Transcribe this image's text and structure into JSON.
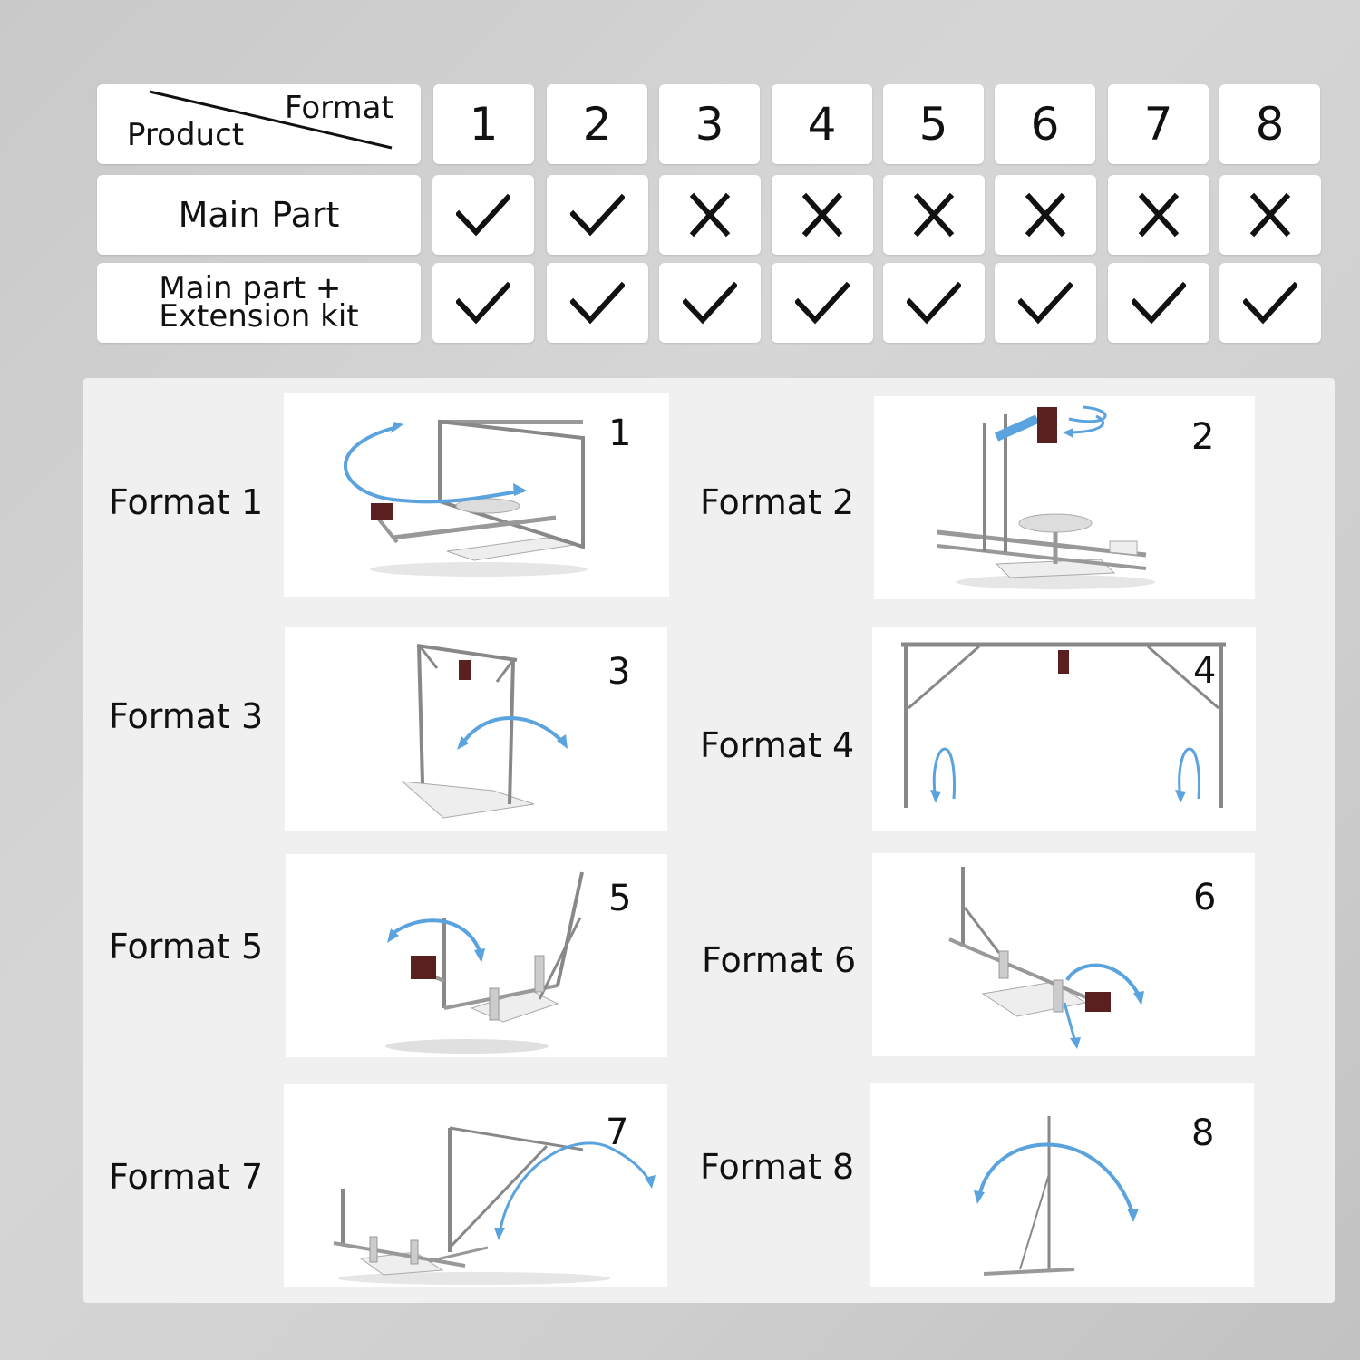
{
  "table": {
    "header": {
      "row_label": "Product",
      "col_label": "Format"
    },
    "formats": [
      "1",
      "2",
      "3",
      "4",
      "5",
      "6",
      "7",
      "8"
    ],
    "rows": [
      {
        "label": "Main Part",
        "marks": [
          "check",
          "check",
          "cross",
          "cross",
          "cross",
          "cross",
          "cross",
          "cross"
        ]
      },
      {
        "label_line1": "Main part +",
        "label_line2": "Extension kit",
        "marks": [
          "check",
          "check",
          "check",
          "check",
          "check",
          "check",
          "check",
          "check"
        ]
      }
    ]
  },
  "formats": [
    {
      "label": "Format 1",
      "number": "1"
    },
    {
      "label": "Format 2",
      "number": "2"
    },
    {
      "label": "Format 3",
      "number": "3"
    },
    {
      "label": "Format 4",
      "number": "4"
    },
    {
      "label": "Format 5",
      "number": "5"
    },
    {
      "label": "Format 6",
      "number": "6"
    },
    {
      "label": "Format 7",
      "number": "7"
    },
    {
      "label": "Format 8",
      "number": "8"
    }
  ],
  "colors": {
    "arrow": "#5aa3de",
    "frame": "#8a8a8a",
    "camera": "#5a2020",
    "arm": "#5aa3de"
  },
  "icons": {
    "check": "check-icon",
    "cross": "cross-icon"
  }
}
